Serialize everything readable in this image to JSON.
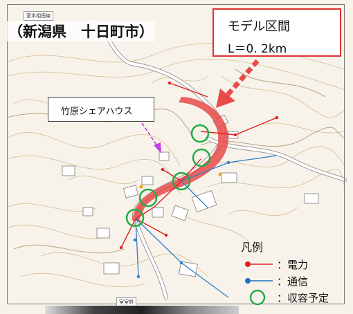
{
  "region_title": "（新潟県　十日町市）",
  "model_section": {
    "line1": "モデル区間",
    "line2": "L＝0. 2km"
  },
  "share_house_label": "竹原シェアハウス",
  "map_small_labels": {
    "top_left": "室本相田線",
    "bottom": "室室野"
  },
  "legend": {
    "title": "凡例",
    "items": [
      {
        "label": "：電力",
        "color": "#e02020",
        "symbol": "line-dot"
      },
      {
        "label": "：通信",
        "color": "#2070c0",
        "symbol": "line-dot"
      },
      {
        "label": "：収容予定",
        "color": "#22aa44",
        "symbol": "circle"
      }
    ]
  },
  "colors": {
    "model_box_border": "#e03030",
    "route_fill": "#e84a4a",
    "arrow": "#e84a4a",
    "share_arrow": "#c040e0",
    "contour": "#c8a47a",
    "road": "#ffffff"
  }
}
